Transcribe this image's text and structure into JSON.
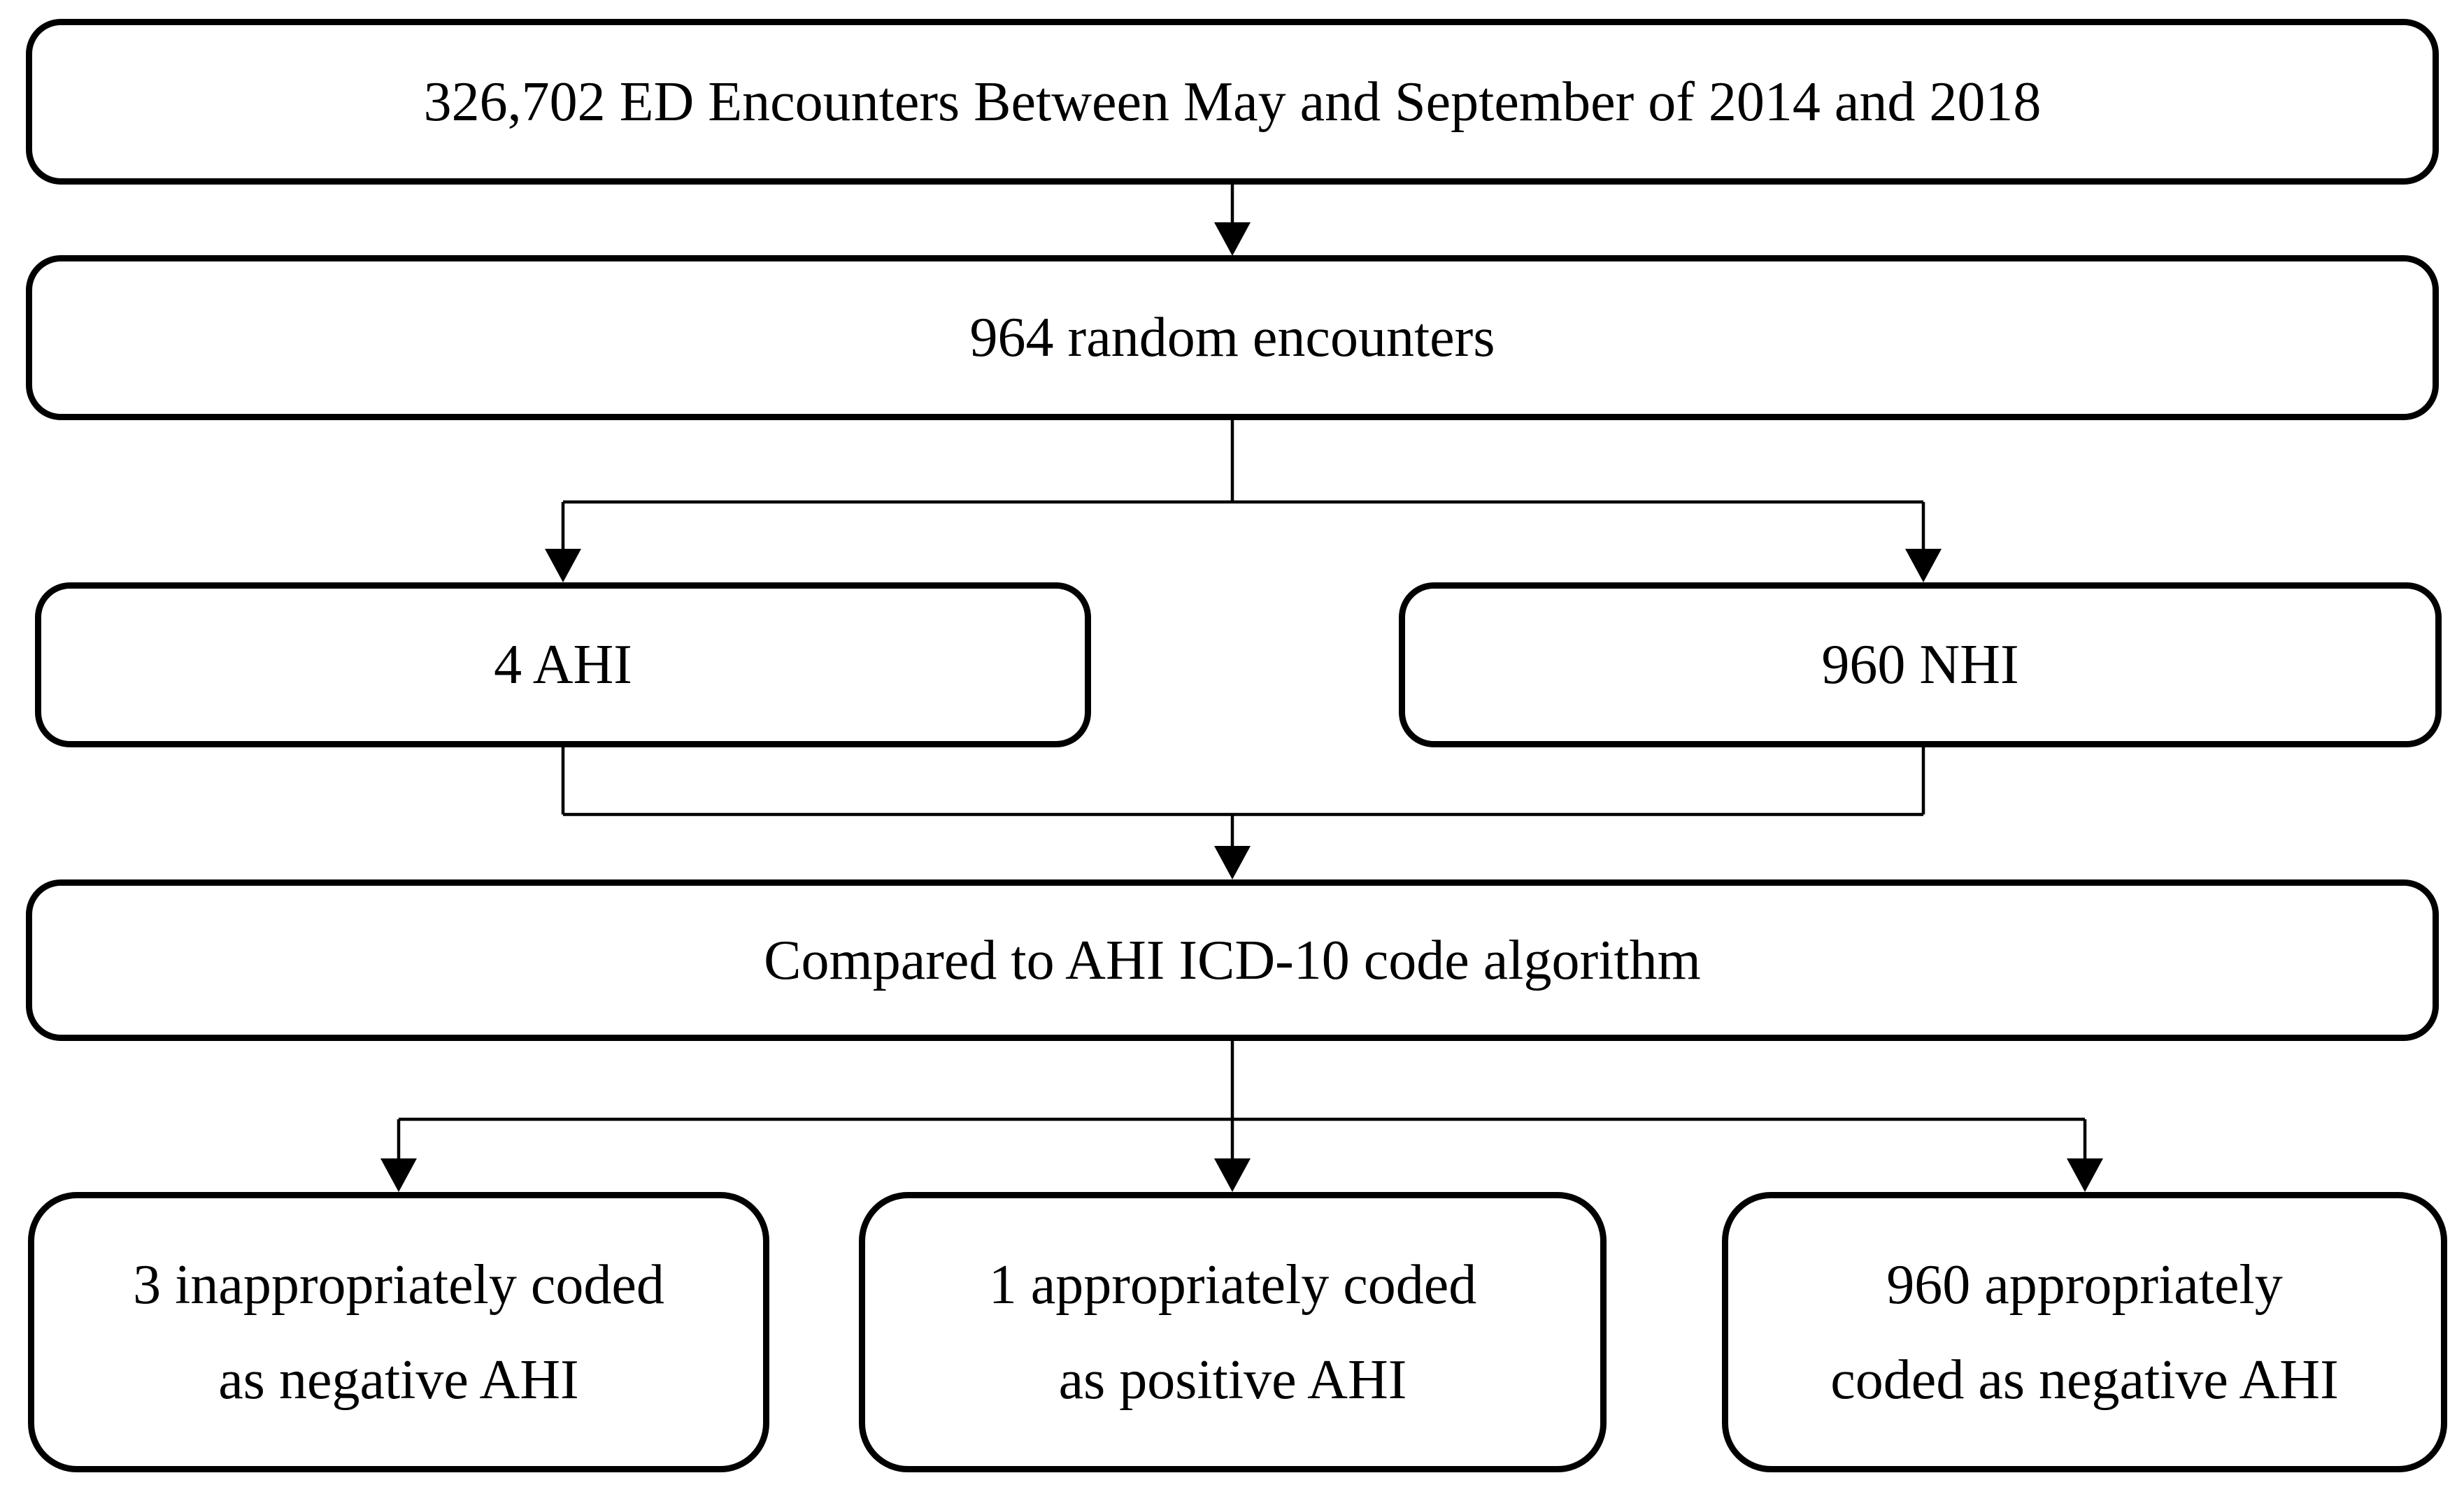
{
  "figure": {
    "type": "flowchart",
    "colors": {
      "ink": "#000000",
      "background": "#ffffff"
    },
    "nodes": {
      "total_encounters": {
        "label": "326,702 ED Encounters Between May and September of 2014 and 2018"
      },
      "random_encounters": {
        "label": "964 random encounters"
      },
      "ahi": {
        "label": "4 AHI"
      },
      "nhi": {
        "label": "960 NHI"
      },
      "algorithm_comparison": {
        "label": "Compared to AHI ICD-10 code algorithm"
      },
      "inappropriately_coded_negative": {
        "line1": "3 inappropriately coded",
        "line2": "as negative AHI"
      },
      "appropriately_coded_positive": {
        "line1": "1 appropriately coded",
        "line2": "as positive AHI"
      },
      "appropriately_coded_negative": {
        "line1": "960 appropriately",
        "line2": "coded as negative AHI"
      }
    }
  }
}
